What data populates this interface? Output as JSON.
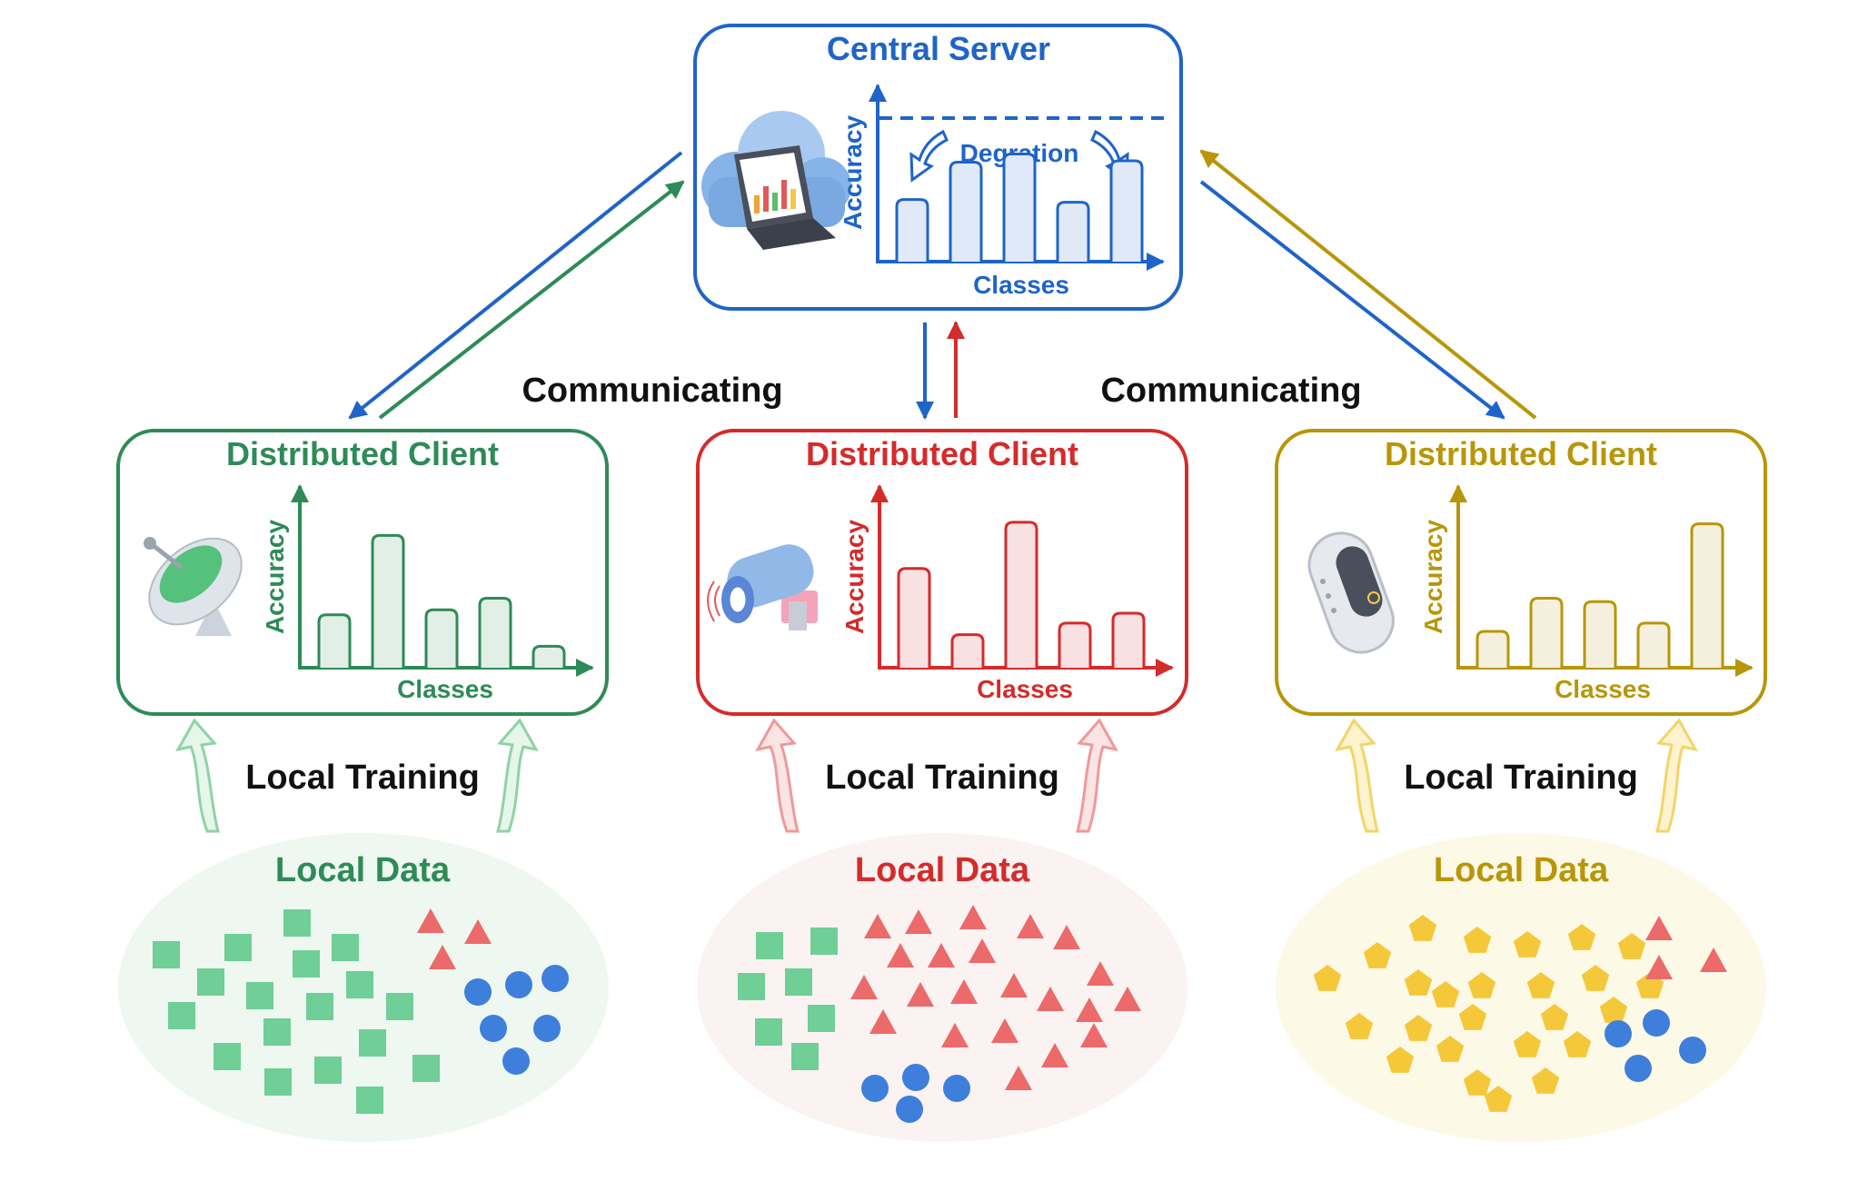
{
  "server": {
    "title": "Central Server",
    "y_axis_label": "Accuracy",
    "x_axis_label": "Classes",
    "annotation": "Degration",
    "color": "#1f64c8",
    "bar_values": [
      0.45,
      0.72,
      0.78,
      0.43,
      0.73
    ]
  },
  "labels": {
    "communicating_left": "Communicating",
    "communicating_right": "Communicating"
  },
  "clients": [
    {
      "title": "Distributed Client",
      "y_axis_label": "Accuracy",
      "x_axis_label": "Classes",
      "training_label": "Local Training",
      "data_label": "Local Data",
      "device_icon": "satellite-dish-icon",
      "color": "#2e8b57",
      "bar_values": [
        0.32,
        0.8,
        0.35,
        0.42,
        0.13
      ]
    },
    {
      "title": "Distributed Client",
      "y_axis_label": "Accuracy",
      "x_axis_label": "Classes",
      "training_label": "Local Training",
      "data_label": "Local Data",
      "device_icon": "security-camera-icon",
      "color": "#d42b2b",
      "bar_values": [
        0.6,
        0.2,
        0.88,
        0.27,
        0.33
      ]
    },
    {
      "title": "Distributed Client",
      "y_axis_label": "Accuracy",
      "x_axis_label": "Classes",
      "training_label": "Local Training",
      "data_label": "Local Data",
      "device_icon": "smart-band-icon",
      "color": "#b8960a",
      "bar_values": [
        0.22,
        0.42,
        0.4,
        0.27,
        0.87
      ]
    }
  ]
}
